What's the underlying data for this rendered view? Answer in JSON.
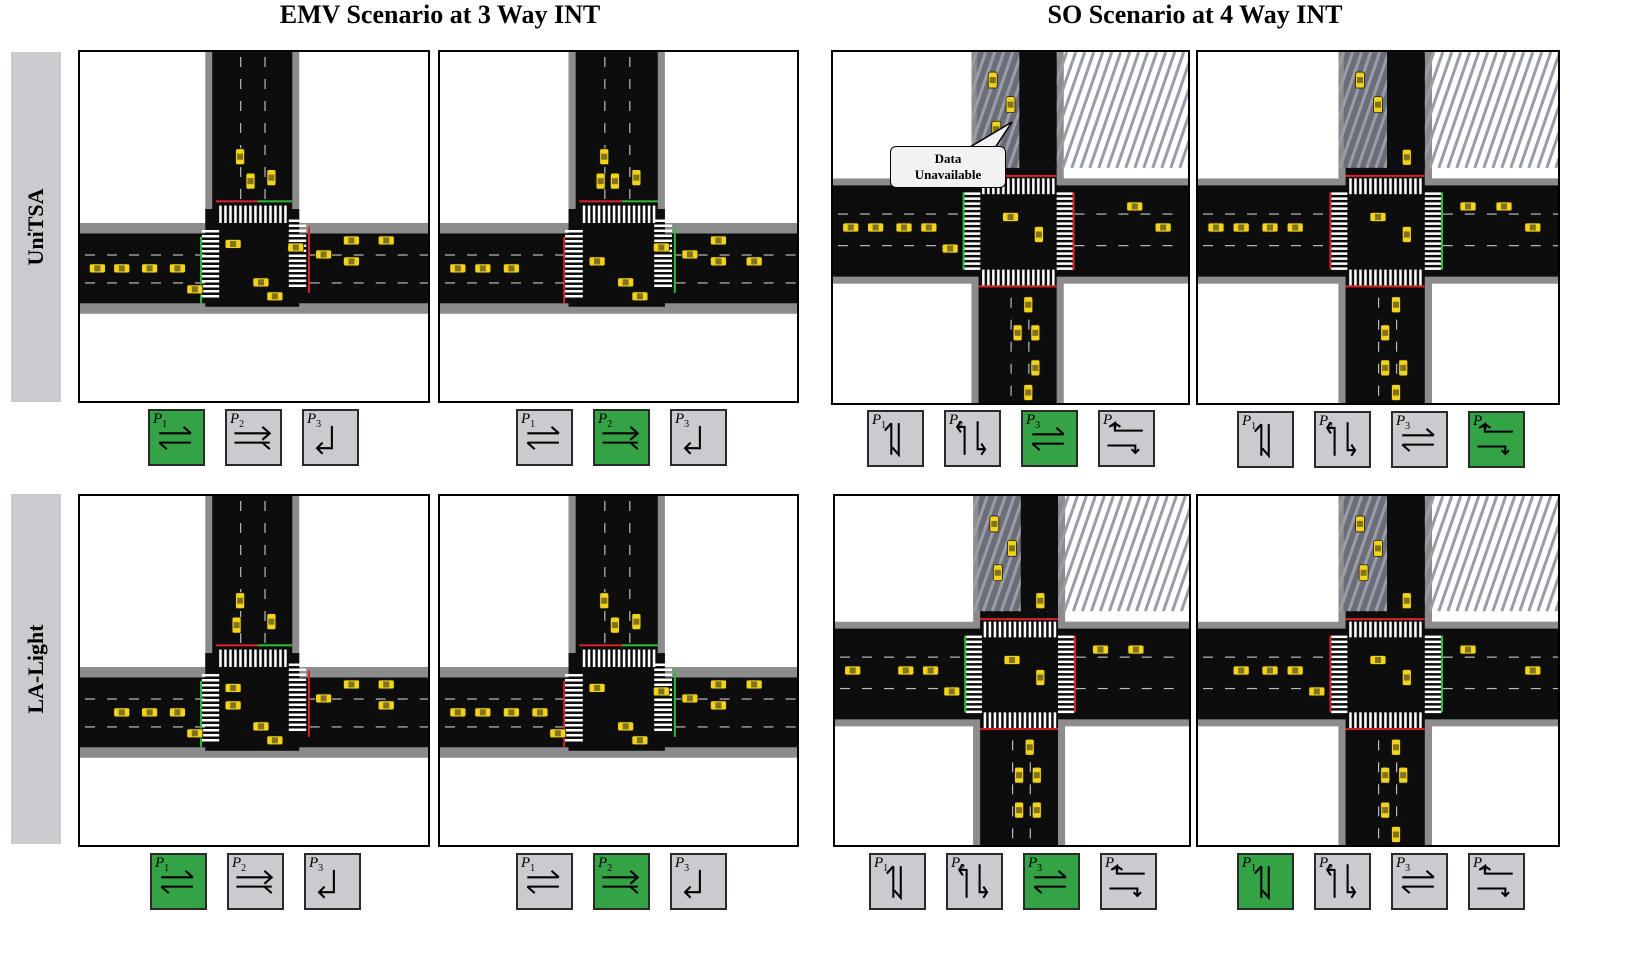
{
  "titles": {
    "left": "EMV Scenario at 3 Way INT",
    "right": "SO Scenario at 4 Way INT"
  },
  "row_labels": [
    "UniTSA",
    "LA-Light"
  ],
  "callout": {
    "line1": "Data",
    "line2": "Unavailable"
  },
  "phase_labels": [
    "P1",
    "P2",
    "P3",
    "P4"
  ],
  "colors": {
    "road": "#0d0d0d",
    "sidewalk": "#8c8c8c",
    "vehicle": "#f2d21a",
    "active_phase": "#33a345",
    "inactive_phase": "#c9cbce",
    "signal_red": "#d8232a",
    "signal_green": "#2dbb3c",
    "blocked_area": "#6b6e78"
  },
  "panels": [
    {
      "id": "unitsa-3way-a",
      "type": "3way",
      "active_phase": 1,
      "phases": [
        {
          "icon": "left-right-arrows-icon"
        },
        {
          "icon": "double-right-arrows-icon"
        },
        {
          "icon": "left-turn-arrow-icon"
        }
      ]
    },
    {
      "id": "unitsa-3way-b",
      "type": "3way",
      "active_phase": 2,
      "phases": [
        {
          "icon": "left-right-arrows-icon"
        },
        {
          "icon": "double-right-arrows-icon"
        },
        {
          "icon": "left-turn-arrow-icon"
        }
      ]
    },
    {
      "id": "unitsa-4way-a",
      "type": "4way",
      "active_phase": 3,
      "phases": [
        {
          "icon": "up-down-arrows-icon"
        },
        {
          "icon": "left-turn-pair-icon"
        },
        {
          "icon": "left-right-arrows-icon"
        },
        {
          "icon": "double-left-turn-icon"
        }
      ]
    },
    {
      "id": "unitsa-4way-b",
      "type": "4way",
      "active_phase": 4,
      "phases": [
        {
          "icon": "up-down-arrows-icon"
        },
        {
          "icon": "left-turn-pair-icon"
        },
        {
          "icon": "left-right-arrows-icon"
        },
        {
          "icon": "double-left-turn-icon"
        }
      ]
    },
    {
      "id": "lalight-3way-a",
      "type": "3way",
      "active_phase": 1,
      "phases": [
        {
          "icon": "left-right-arrows-icon"
        },
        {
          "icon": "double-right-arrows-icon"
        },
        {
          "icon": "left-turn-arrow-icon"
        }
      ]
    },
    {
      "id": "lalight-3way-b",
      "type": "3way",
      "active_phase": 2,
      "phases": [
        {
          "icon": "left-right-arrows-icon"
        },
        {
          "icon": "double-right-arrows-icon"
        },
        {
          "icon": "left-turn-arrow-icon"
        }
      ]
    },
    {
      "id": "lalight-4way-a",
      "type": "4way",
      "active_phase": 3,
      "phases": [
        {
          "icon": "up-down-arrows-icon"
        },
        {
          "icon": "left-turn-pair-icon"
        },
        {
          "icon": "left-right-arrows-icon"
        },
        {
          "icon": "double-left-turn-icon"
        }
      ]
    },
    {
      "id": "lalight-4way-b",
      "type": "4way",
      "active_phase": 1,
      "phases": [
        {
          "icon": "up-down-arrows-icon"
        },
        {
          "icon": "left-turn-pair-icon"
        },
        {
          "icon": "left-right-arrows-icon"
        },
        {
          "icon": "double-left-turn-icon"
        }
      ]
    }
  ]
}
